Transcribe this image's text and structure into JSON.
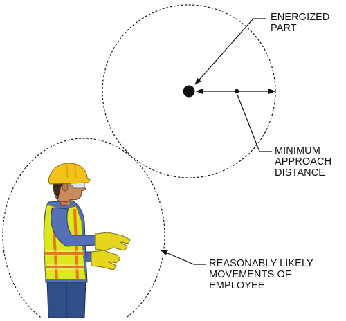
{
  "labels": {
    "energized_part": [
      "ENERGIZED",
      "PART"
    ],
    "minimum_approach_distance": [
      "MINIMUM",
      "APPROACH",
      "DISTANCE"
    ],
    "employee_movements": [
      "REASONABLY LIKELY",
      "MOVEMENTS OF",
      "EMPLOYEE"
    ]
  },
  "colors": {
    "line": "#111111",
    "hard_hat": "#f2c21a",
    "vest": "#d9e81f",
    "vest_stripe": "#e87a1c",
    "shirt": "#5670b5",
    "skin": "#c98b5e",
    "gloves": "#e6d51f",
    "pants": "#2f4f86"
  }
}
